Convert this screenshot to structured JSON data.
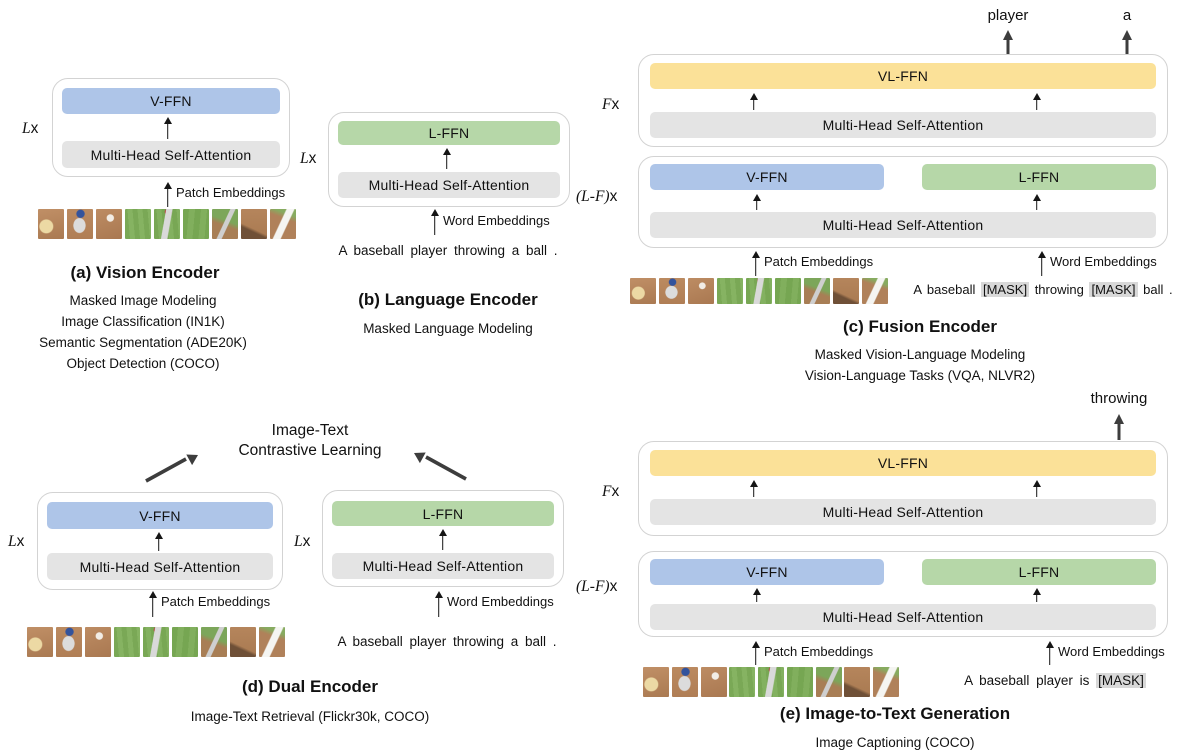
{
  "colors": {
    "v_ffn": "#AEC5E8",
    "l_ffn": "#B6D7A8",
    "vl_ffn": "#FBE198",
    "attn": "#E4E4E4",
    "mask_bg": "#D8D8D8"
  },
  "shared": {
    "v_ffn": "V-FFN",
    "l_ffn": "L-FFN",
    "vl_ffn": "VL-FFN",
    "mhsa": "Multi-Head Self-Attention",
    "patch_embeddings": "Patch Embeddings",
    "word_embeddings": "Word Embeddings",
    "l": "L",
    "f": "F",
    "x": "x",
    "lf": "(L-F)",
    "sentence": "A baseball player throwing a ball ."
  },
  "panel_a": {
    "title": "(a) Vision Encoder",
    "tasks": [
      "Masked Image Modeling",
      "Image Classification (IN1K)",
      "Semantic Segmentation (ADE20K)",
      "Object Detection (COCO)"
    ]
  },
  "panel_b": {
    "title": "(b) Language Encoder",
    "tasks": [
      "Masked Language Modeling"
    ]
  },
  "panel_c": {
    "title": "(c) Fusion Encoder",
    "tasks": [
      "Masked Vision-Language Modeling",
      "Vision-Language Tasks (VQA, NLVR2)"
    ],
    "output_1": "player",
    "output_2": "a",
    "sent_1": "A baseball",
    "mask": "[MASK]",
    "sent_2": "throwing",
    "sent_3": "ball ."
  },
  "panel_d": {
    "title": "(d) Dual Encoder",
    "tasks": [
      "Image-Text Retrieval (Flickr30k, COCO)"
    ],
    "objective_1": "Image-Text",
    "objective_2": "Contrastive Learning"
  },
  "panel_e": {
    "title": "(e) Image-to-Text Generation",
    "tasks": [
      "Image Captioning (COCO)"
    ],
    "output": "throwing",
    "sent_1": "A baseball player is",
    "mask": "[MASK]"
  }
}
